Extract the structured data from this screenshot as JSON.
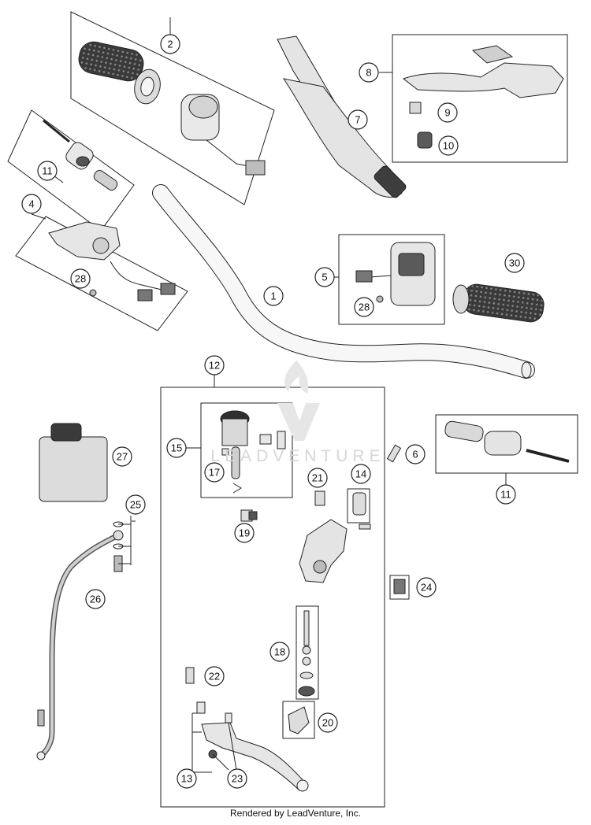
{
  "callouts": [
    {
      "id": "c2",
      "label": "2"
    },
    {
      "id": "c7",
      "label": "7"
    },
    {
      "id": "c8",
      "label": "8"
    },
    {
      "id": "c9",
      "label": "9"
    },
    {
      "id": "c10",
      "label": "10"
    },
    {
      "id": "c11a",
      "label": "11"
    },
    {
      "id": "c4",
      "label": "4"
    },
    {
      "id": "c28a",
      "label": "28"
    },
    {
      "id": "c1",
      "label": "1"
    },
    {
      "id": "c5",
      "label": "5"
    },
    {
      "id": "c28b",
      "label": "28"
    },
    {
      "id": "c30",
      "label": "30"
    },
    {
      "id": "c12",
      "label": "12"
    },
    {
      "id": "c15",
      "label": "15"
    },
    {
      "id": "c17",
      "label": "17"
    },
    {
      "id": "c19",
      "label": "19"
    },
    {
      "id": "c27",
      "label": "27"
    },
    {
      "id": "c25",
      "label": "25"
    },
    {
      "id": "c26",
      "label": "26"
    },
    {
      "id": "c6",
      "label": "6"
    },
    {
      "id": "c21",
      "label": "21"
    },
    {
      "id": "c14",
      "label": "14"
    },
    {
      "id": "c11b",
      "label": "11"
    },
    {
      "id": "c24",
      "label": "24"
    },
    {
      "id": "c18",
      "label": "18"
    },
    {
      "id": "c22",
      "label": "22"
    },
    {
      "id": "c20",
      "label": "20"
    },
    {
      "id": "c13",
      "label": "13"
    },
    {
      "id": "c23",
      "label": "23"
    }
  ],
  "watermark": "LEADVENTURE",
  "footer": "Rendered by LeadVenture, Inc."
}
